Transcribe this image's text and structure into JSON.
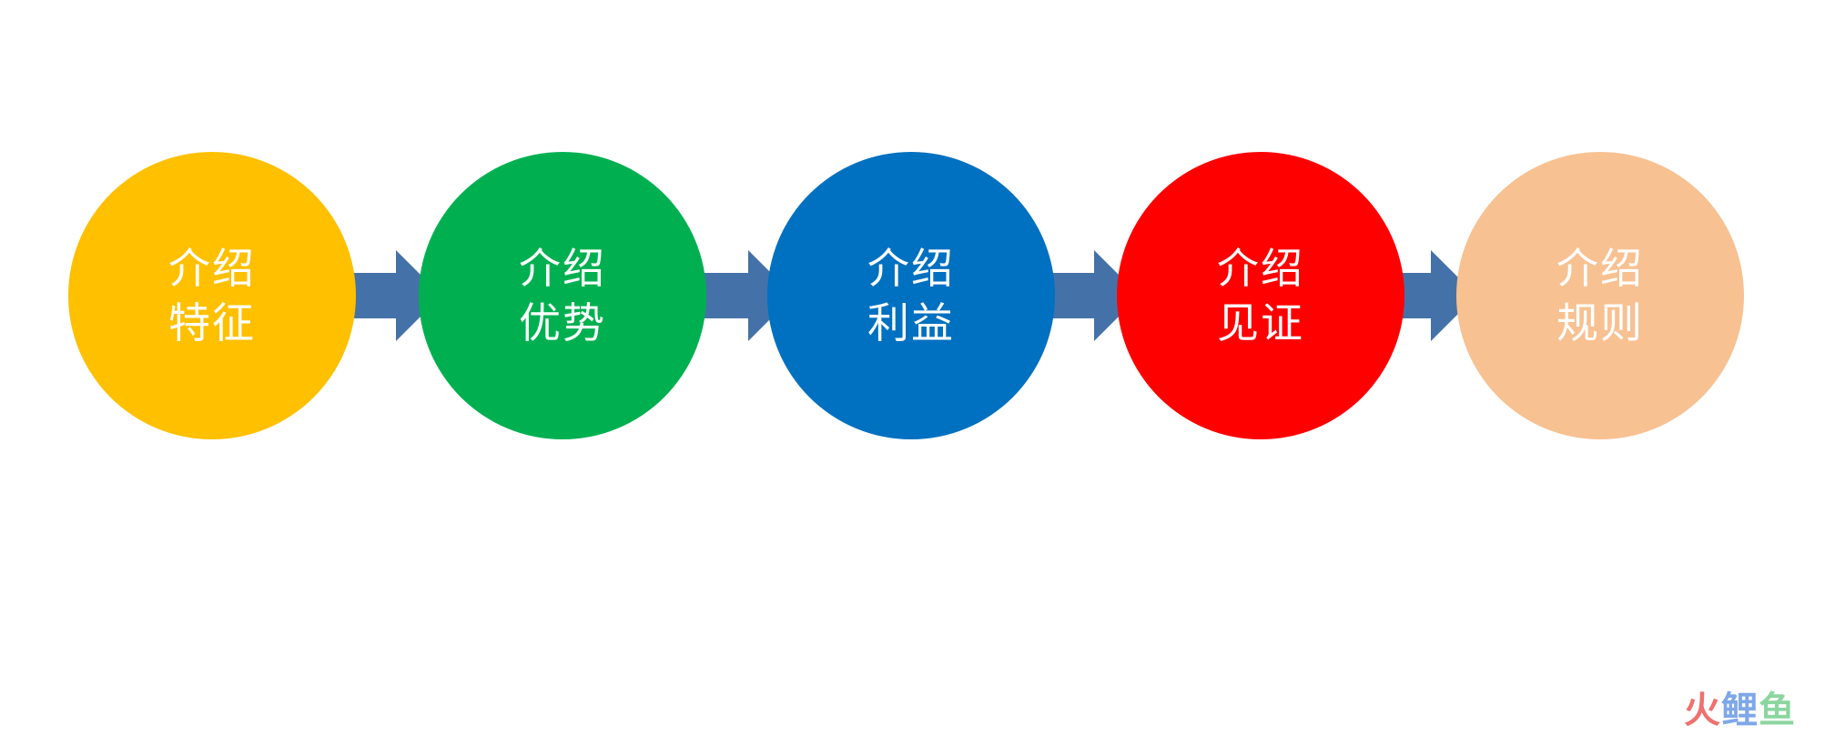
{
  "diagram": {
    "steps": [
      {
        "line1": "介绍",
        "line2": "特征",
        "color": "#FFC000"
      },
      {
        "line1": "介绍",
        "line2": "优势",
        "color": "#00B050"
      },
      {
        "line1": "介绍",
        "line2": "利益",
        "color": "#0070C0"
      },
      {
        "line1": "介绍",
        "line2": "见证",
        "color": "#FF0000"
      },
      {
        "line1": "介绍",
        "line2": "规则",
        "color": "#F8C192"
      }
    ],
    "arrow_color": "#4472A8"
  },
  "watermark": {
    "chars": [
      "火",
      "鲤",
      "鱼"
    ],
    "colors": [
      "#F07070",
      "#7FA8E8",
      "#8CD6A0"
    ]
  }
}
